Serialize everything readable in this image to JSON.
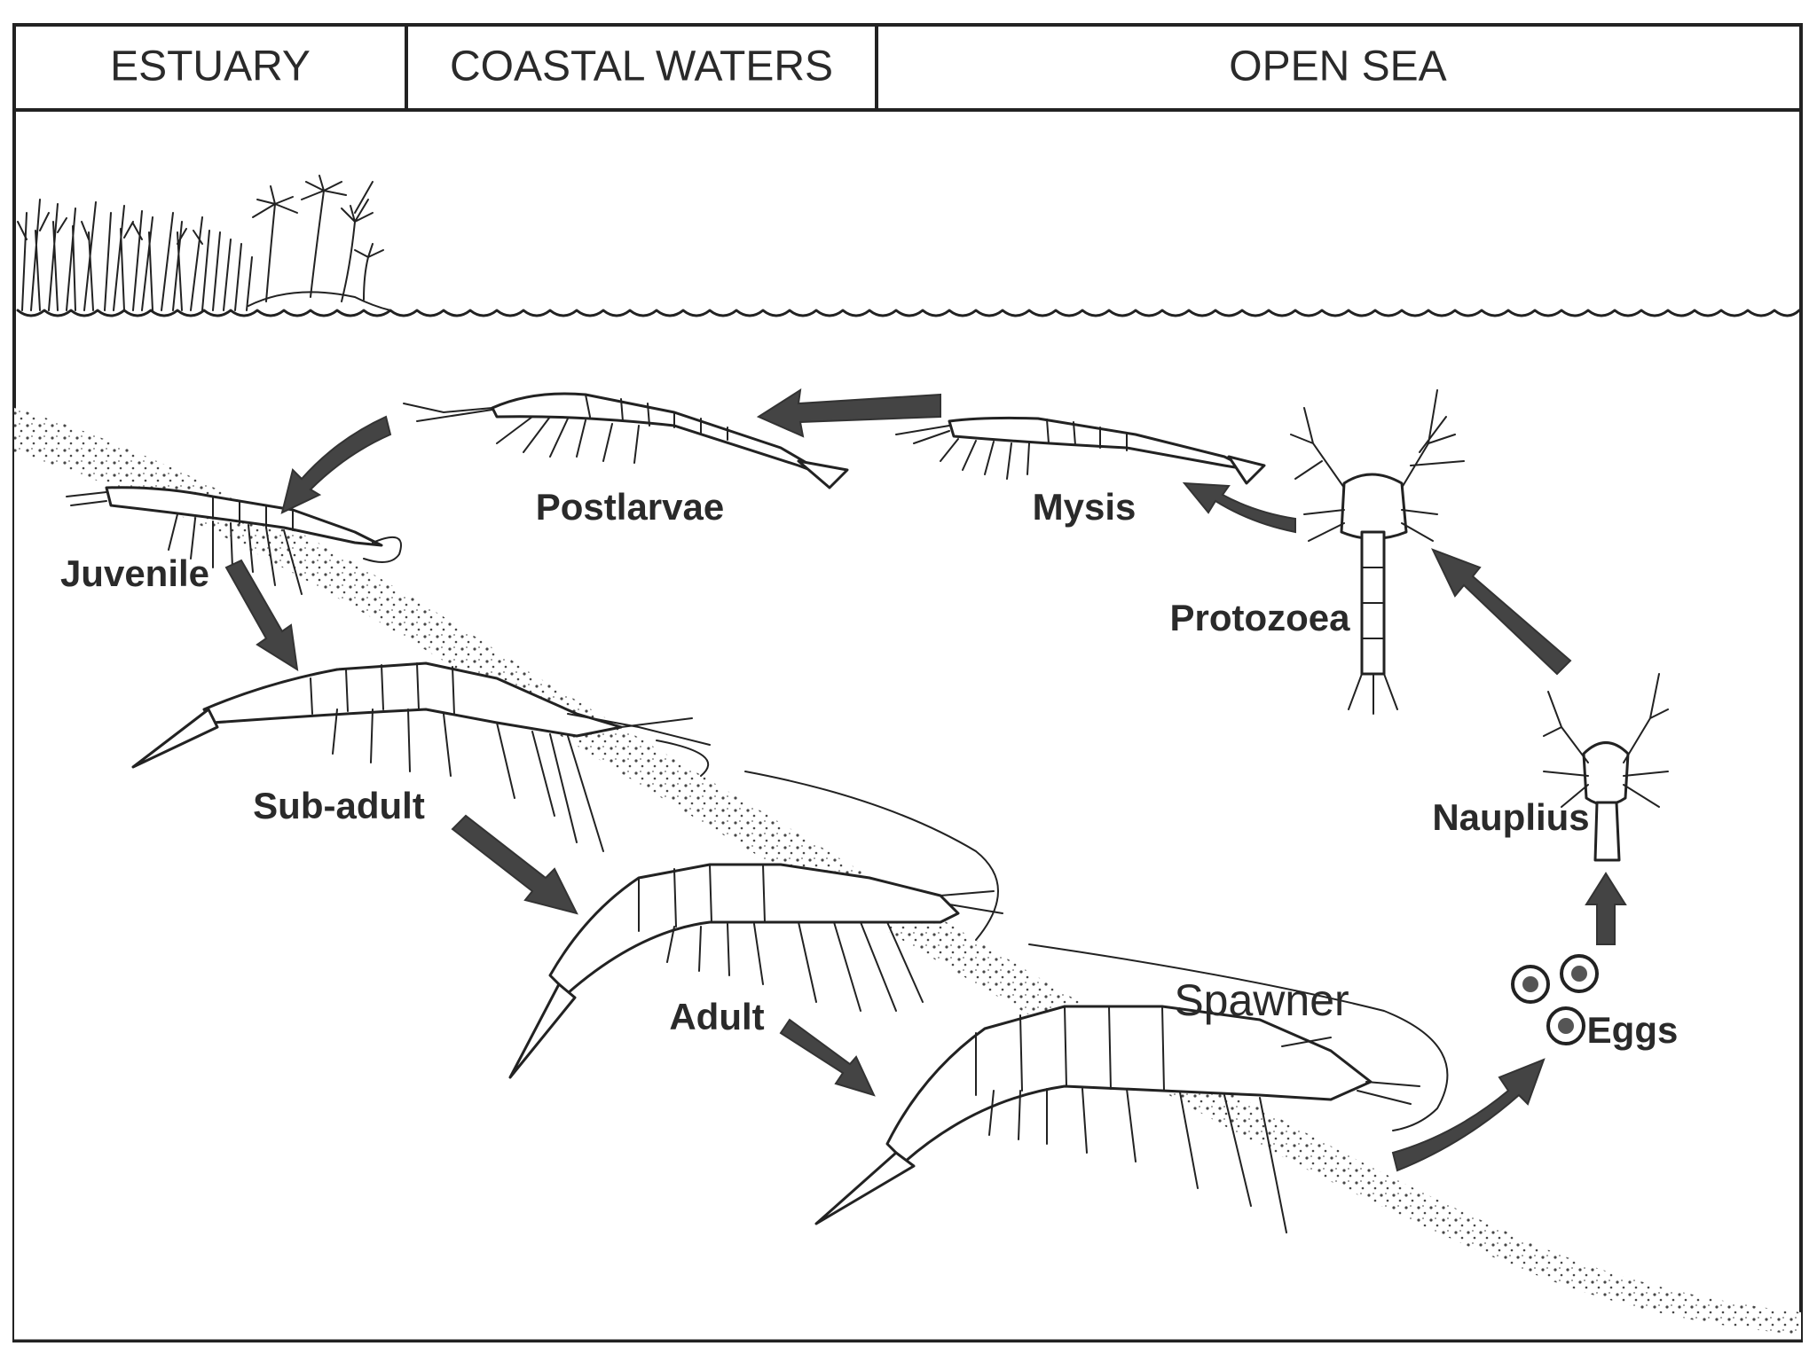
{
  "zones": {
    "estuary": "ESTUARY",
    "coastal": "COASTAL WATERS",
    "open_sea": "OPEN SEA"
  },
  "stages": {
    "postlarvae": "Postlarvae",
    "mysis": "Mysis",
    "protozoea": "Protozoea",
    "juvenile": "Juvenile",
    "sub_adult": "Sub-adult",
    "adult": "Adult",
    "spawner": "Spawner",
    "nauplius": "Nauplius",
    "eggs": "Eggs"
  },
  "colors": {
    "ink": "#222222",
    "arrow": "#444444",
    "sand": "#333333",
    "background": "#ffffff"
  }
}
